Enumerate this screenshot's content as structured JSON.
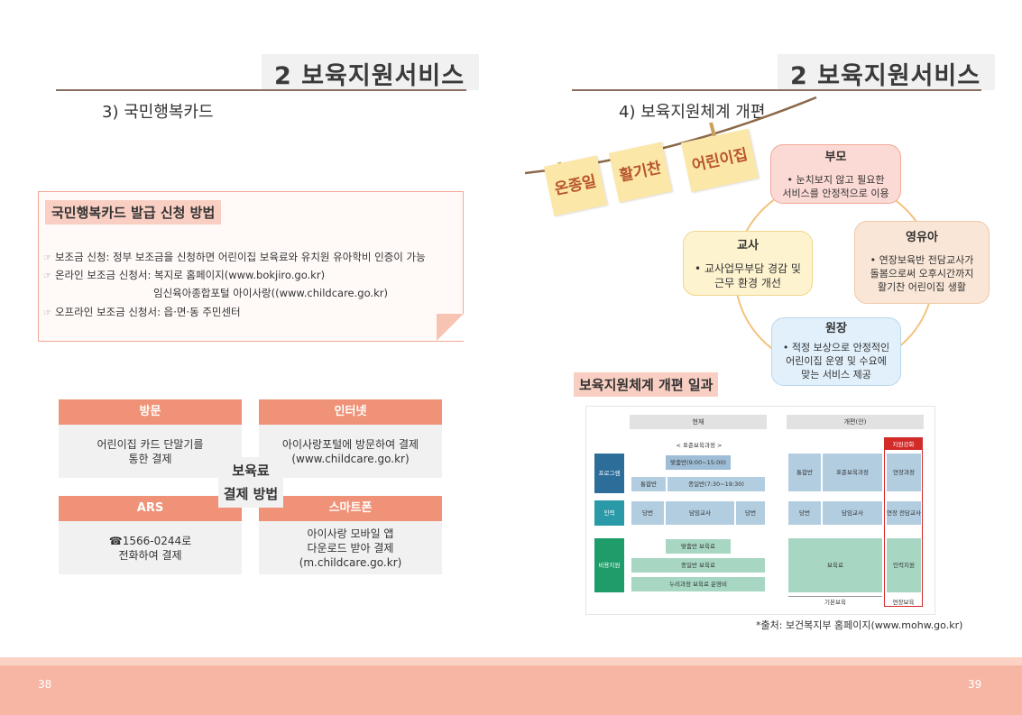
{
  "left": {
    "section_title": "2  보육지원서비스",
    "subtitle": "3) 국민행복카드",
    "card": {
      "title": "국민행복카드 발급 신청 방법",
      "hand_icon": "☞",
      "lines": [
        "보조금 신청: 정부 보조금을 신청하면 어린이집 보육료와 유치원 유아학비 인증이 가능",
        "온라인 보조금 신청서: 복지로 홈페이지(www.bokjiro.go.kr)",
        "임신육아종합포털 아이사랑((www.childcare.go.kr)",
        "오프라인 보조금 신청서: 읍·면·동 주민센터"
      ]
    },
    "payment": {
      "center_line1": "보육료",
      "center_line2": "결제 방법",
      "methods": [
        {
          "head": "방문",
          "line1": "어린이집 카드 단말기를",
          "line2": "통한 결제"
        },
        {
          "head": "인터넷",
          "line1": "아이사랑포털에 방문하여 결제",
          "line2": "(www.childcare.go.kr)"
        },
        {
          "head": "ARS",
          "line1": "☎1566-0244로",
          "line2": "전화하여 결제"
        },
        {
          "head": "스마트폰",
          "line1": "아이사랑 모바일 앱",
          "line2": "다운로드 받아 결제(m.childcare.go.kr)"
        }
      ]
    },
    "page_number": "38"
  },
  "right": {
    "section_title": "2  보육지원서비스",
    "subtitle": "4) 보육지원체계 개편",
    "tags": [
      "온종일",
      "활기찬",
      "어린이집"
    ],
    "bubbles": {
      "parents": {
        "title": "부모",
        "line1": "• 눈치보지 않고 필요한",
        "line2": "서비스를 안정적으로 이용"
      },
      "teacher": {
        "title": "교사",
        "line1": "• 교사업무부담 경감 및",
        "line2": "근무 환경 개선"
      },
      "infant": {
        "title": "영유아",
        "line1": "• 연장보육반 전담교사가",
        "line2": "돌봄으로써 오후시간까지",
        "line3": "활기찬 어린이집 생활"
      },
      "director": {
        "title": "원장",
        "line1": "• 적정 보상으로 안정적인",
        "line2": "어린이집 운영 및 수요에",
        "line3": "맞는 서비스 제공"
      }
    },
    "overview_title": "보육지원체계 개편 일과",
    "table": {
      "current": "현재",
      "proposed": "개편(안)",
      "highlight": "지원강화",
      "standard_course": "< 표준보육과정 >",
      "row_program": "프로그램",
      "row_staff": "인력",
      "row_cost": "비용지원",
      "full_day_class_1": "맞춤반(9:00~15:00)",
      "integrated_class": "통합반",
      "all_day_class": "종일반(7:30~19:30)",
      "integrated_class_2": "통합반",
      "standard_course_2": "표준보육과정",
      "extended_course": "연장과정",
      "shift": "당번",
      "homeroom": "담임교사",
      "shift_2": "당번",
      "shift_3": "당번",
      "homeroom_2": "담임교사",
      "extended_teacher": "연장 전담교사",
      "custom_fee": "맞춤반 보육료",
      "all_day_fee": "종일반 보육료",
      "nuri_fee": "누리과정 보육료 운영비",
      "fee": "보육료",
      "staff_support": "인력지원",
      "basic_care": "기본보육",
      "extended_care": "연장보육"
    },
    "source": "*출처: 보건복지부 홈페이지(www.mohw.go.kr)",
    "page_number": "39"
  },
  "colors": {
    "accent": "#ef9278",
    "footer": "#f7b5a4",
    "tag_bg": "#fbe7a8",
    "parents_bubble": "#fbd9d4",
    "teacher_bubble": "#fdf3cf",
    "infant_bubble": "#f9e6d7",
    "director_bubble": "#e1f0fb"
  }
}
